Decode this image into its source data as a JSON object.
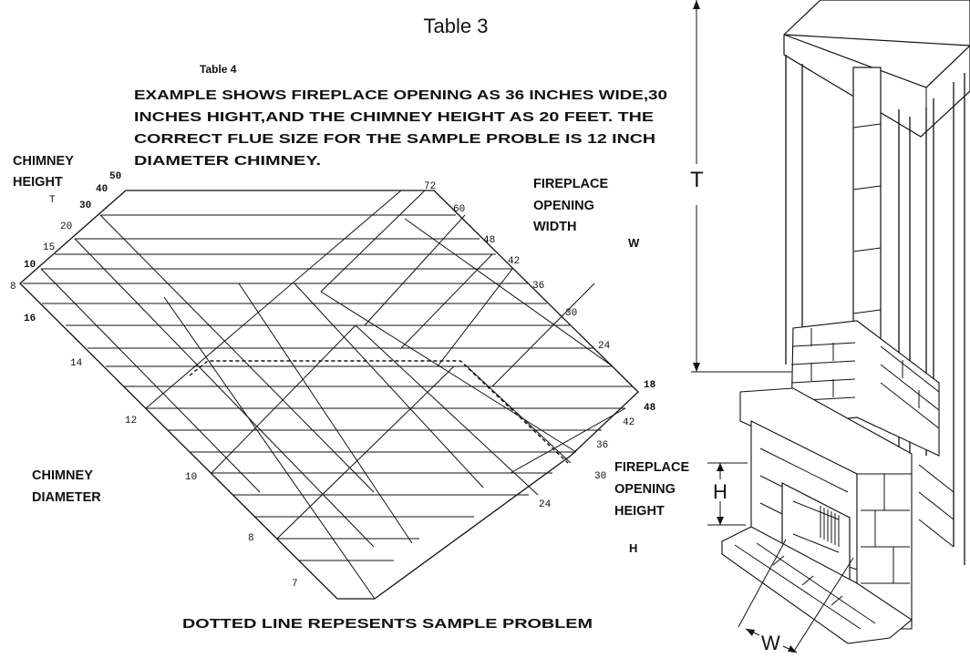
{
  "header": {
    "table3": "Table 3",
    "table4": "Table 4",
    "example_lines": [
      "EXAMPLE SHOWS FIREPLACE OPENING AS 36 INCHES WIDE,30",
      "INCHES HIGHT,AND THE CHIMNEY HEIGHT AS 20 FEET. THE",
      "CORRECT FLUE SIZE FOR THE SAMPLE PROBLE IS 12 INCH",
      "DIAMETER CHIMNEY."
    ]
  },
  "nomogram": {
    "chimney_height_label": [
      "CHIMNEY",
      "HEIGHT"
    ],
    "chimney_height_symbol": "T",
    "chimney_height_ticks": [
      "50",
      "40",
      "30",
      "20",
      "15",
      "10",
      "8"
    ],
    "fireplace_width_label": [
      "FIREPLACE",
      "OPENING",
      "WIDTH"
    ],
    "fireplace_width_symbol": "W",
    "fireplace_width_ticks": [
      "72",
      "60",
      "48",
      "42",
      "36",
      "30",
      "24",
      "18"
    ],
    "fireplace_height_label": [
      "FIREPLACE",
      "OPENING",
      "HEIGHT"
    ],
    "fireplace_height_symbol": "H",
    "fireplace_height_ticks": [
      "48",
      "42",
      "36",
      "30",
      "24"
    ],
    "chimney_diameter_label": [
      "CHIMNEY",
      "DIAMETER"
    ],
    "chimney_diameter_ticks": [
      "16",
      "14",
      "12",
      "10",
      "8",
      "7"
    ],
    "footer_note": "DOTTED LINE REPESENTS SAMPLE PROBLEM"
  },
  "illustration": {
    "dimension_t": "T",
    "dimension_h": "H",
    "dimension_w": "W"
  }
}
